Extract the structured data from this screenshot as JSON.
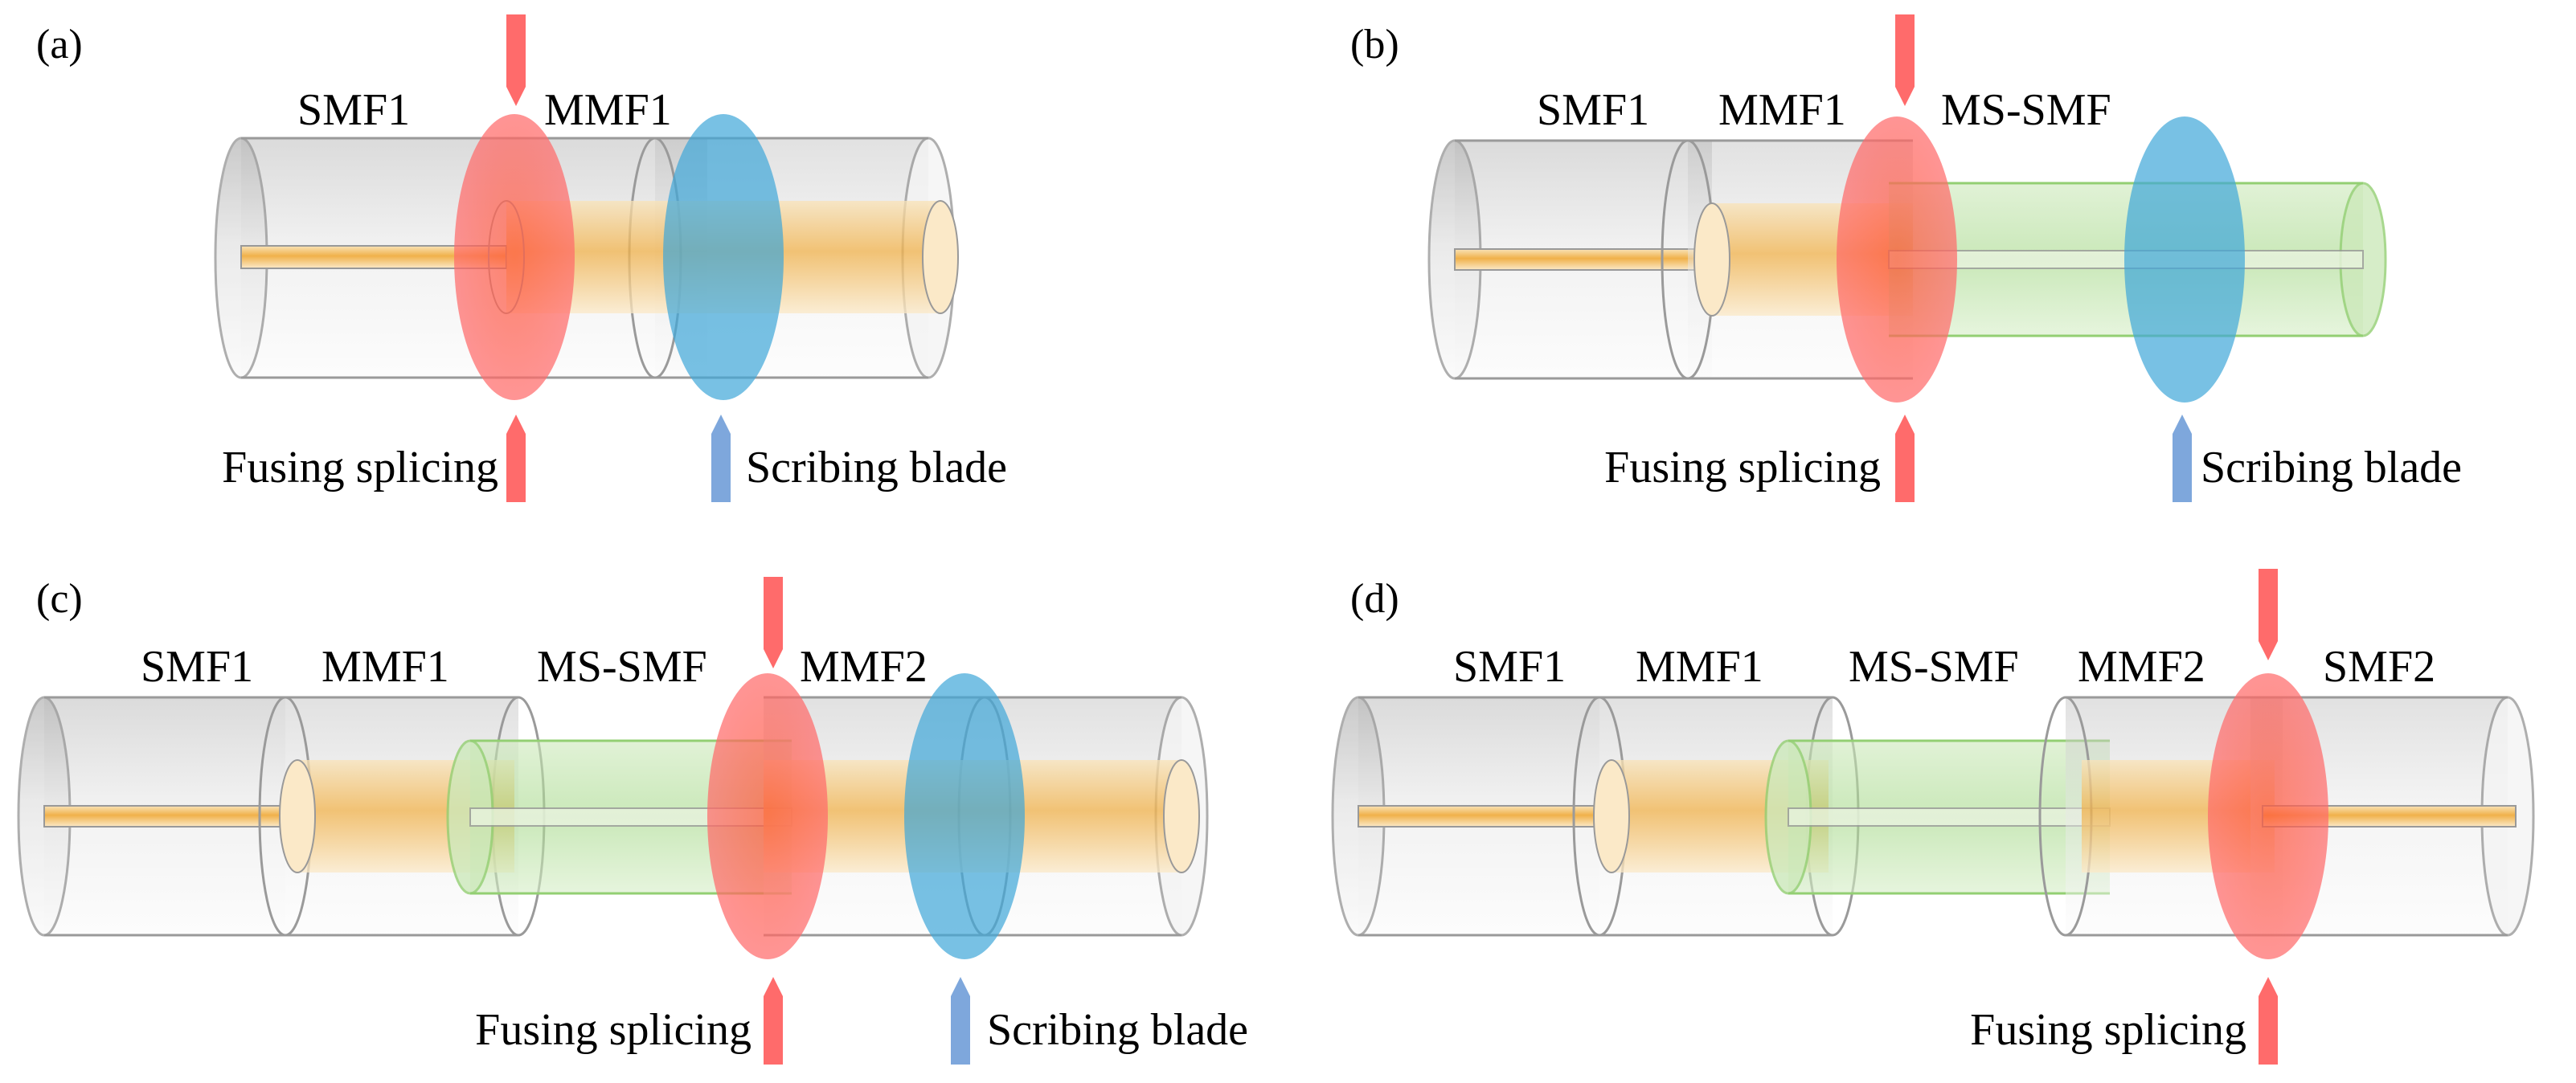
{
  "colors": {
    "cladding": "#cfcfcf",
    "cladding_stroke": "#9a9a9a",
    "core": "#f2b44a",
    "ms_smf": "#a6d98a",
    "fusion": "#ff5a5a",
    "blade": "#3fa6d8",
    "fusion_arrow": "#ff6b6b",
    "blade_arrow": "#7ea7dc"
  },
  "panels": [
    {
      "label": "(a)",
      "fibers": [
        "SMF1",
        "MMF1"
      ],
      "tools": [
        {
          "kind": "fusion",
          "label": "Fusing splicing"
        },
        {
          "kind": "blade",
          "label": "Scribing blade"
        }
      ]
    },
    {
      "label": "(b)",
      "fibers": [
        "SMF1",
        "MMF1",
        "MS-SMF"
      ],
      "tools": [
        {
          "kind": "fusion",
          "label": "Fusing splicing"
        },
        {
          "kind": "blade",
          "label": "Scribing blade"
        }
      ]
    },
    {
      "label": "(c)",
      "fibers": [
        "SMF1",
        "MMF1",
        "MS-SMF",
        "MMF2"
      ],
      "tools": [
        {
          "kind": "fusion",
          "label": "Fusing splicing"
        },
        {
          "kind": "blade",
          "label": "Scribing blade"
        }
      ]
    },
    {
      "label": "(d)",
      "fibers": [
        "SMF1",
        "MMF1",
        "MS-SMF",
        "MMF2",
        "SMF2"
      ],
      "tools": [
        {
          "kind": "fusion",
          "label": "Fusing splicing"
        }
      ]
    }
  ]
}
